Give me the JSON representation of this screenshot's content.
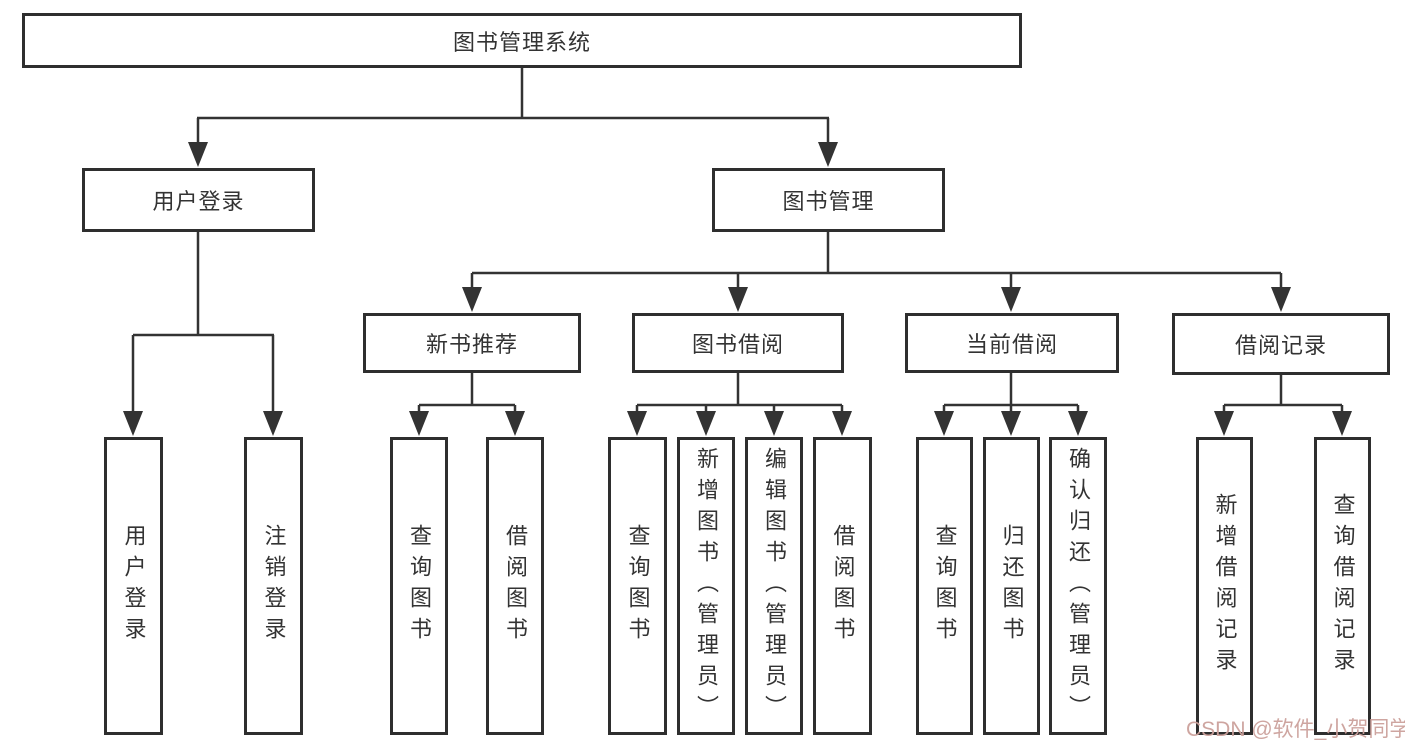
{
  "diagram": {
    "root": {
      "label": "图书管理系统",
      "children": [
        {
          "label": "用户登录",
          "children": [
            {
              "label": "用户登录"
            },
            {
              "label": "注销登录"
            }
          ]
        },
        {
          "label": "图书管理",
          "children": [
            {
              "label": "新书推荐",
              "children": [
                {
                  "label": "查询图书"
                },
                {
                  "label": "借阅图书"
                }
              ]
            },
            {
              "label": "图书借阅",
              "children": [
                {
                  "label": "查询图书"
                },
                {
                  "label": "新增图书（管理员）"
                },
                {
                  "label": "编辑图书（管理员）"
                },
                {
                  "label": "借阅图书"
                }
              ]
            },
            {
              "label": "当前借阅",
              "children": [
                {
                  "label": "查询图书"
                },
                {
                  "label": "归还图书"
                },
                {
                  "label": "确认归还（管理员）"
                }
              ]
            },
            {
              "label": "借阅记录",
              "children": [
                {
                  "label": "新增借阅记录"
                },
                {
                  "label": "查询借阅记录"
                }
              ]
            }
          ]
        }
      ]
    }
  },
  "watermark": "CSDN @软件_小贺同学",
  "colors": {
    "line": "#333333",
    "box_border": "#2e2e2e",
    "background": "#ffffff",
    "watermark": "#cba09b"
  }
}
